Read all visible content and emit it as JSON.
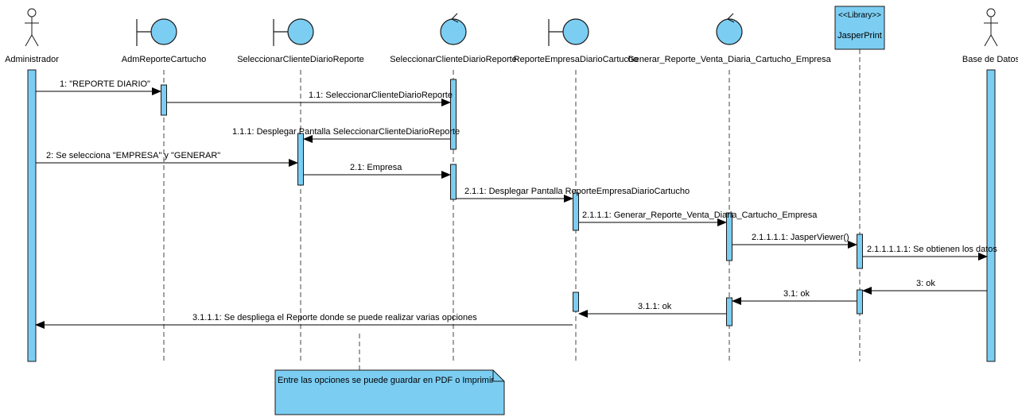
{
  "colors": {
    "fill": "#7ccdf2",
    "stroke": "#1a1a1a",
    "life": "#444444"
  },
  "participants": [
    {
      "id": "admin",
      "kind": "actor",
      "label": "Administrador",
      "icon": "actor-icon"
    },
    {
      "id": "adm",
      "kind": "boundary",
      "label": "AdmReporteCartucho",
      "icon": "boundary-icon"
    },
    {
      "id": "selb",
      "kind": "boundary",
      "label": "SeleccionarClienteDiarioReporte",
      "icon": "boundary-icon"
    },
    {
      "id": "selc",
      "kind": "control",
      "label": "SeleccionarClienteDiarioReporte",
      "icon": "control-icon"
    },
    {
      "id": "rep",
      "kind": "boundary",
      "label": "ReporteEmpresaDiarioCartucho",
      "icon": "boundary-icon"
    },
    {
      "id": "gen",
      "kind": "control",
      "label": "Generar_Reporte_Venta_Diaria_Cartucho_Empresa",
      "icon": "control-icon"
    },
    {
      "id": "jas",
      "kind": "library",
      "stereotype": "<<Library>>",
      "label": "JasperPrint",
      "icon": "library-box-icon"
    },
    {
      "id": "bd",
      "kind": "actor",
      "label": "Base de Datos",
      "icon": "actor-icon"
    }
  ],
  "messages": [
    {
      "label": "1: \"REPORTE DIARIO\"",
      "from": "admin",
      "to": "adm"
    },
    {
      "label": "1.1: SeleccionarClienteDiarioReporte",
      "from": "adm",
      "to": "selc"
    },
    {
      "label": "1.1.1: Desplegar Pantalla SeleccionarClienteDiarioReporte",
      "from": "selc",
      "to": "selb"
    },
    {
      "label": "2: Se selecciona \"EMPRESA\" y \"GENERAR\"",
      "from": "admin",
      "to": "selb"
    },
    {
      "label": "2.1: Empresa",
      "from": "selb",
      "to": "selc"
    },
    {
      "label": "2.1.1: Desplegar Pantalla ReporteEmpresaDiarioCartucho",
      "from": "selc",
      "to": "rep"
    },
    {
      "label": "2.1.1.1: Generar_Reporte_Venta_Diaria_Cartucho_Empresa",
      "from": "rep",
      "to": "gen"
    },
    {
      "label": "2.1.1.1.1: JasperViewer()",
      "from": "gen",
      "to": "jas"
    },
    {
      "label": "2.1.1.1.1.1: Se obtienen los datos",
      "from": "jas",
      "to": "bd"
    },
    {
      "label": "3: ok",
      "from": "bd",
      "to": "jas"
    },
    {
      "label": "3.1: ok",
      "from": "jas",
      "to": "gen"
    },
    {
      "label": "3.1.1: ok",
      "from": "gen",
      "to": "rep"
    },
    {
      "label": "3.1.1.1: Se despliega el Reporte donde se puede realizar varias opciones",
      "from": "rep",
      "to": "admin"
    }
  ],
  "note": {
    "text": "Entre las opciones se puede guardar en PDF o Imprimir"
  }
}
